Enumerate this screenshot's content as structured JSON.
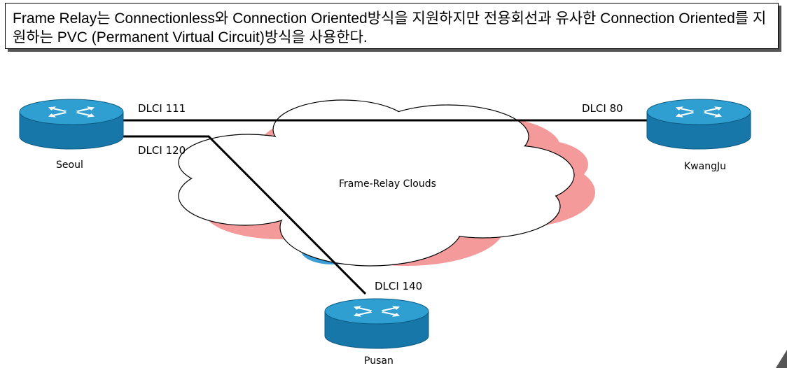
{
  "caption": {
    "text": "Frame Relay는 Connectionless와 Connection Oriented방식을 지원하지만 전용회선과 유사한 Connection Oriented를 지원하는 PVC (Permanent Virtual Circuit)방식을 사용한다."
  },
  "cloud": {
    "label": "Frame-Relay Clouds"
  },
  "routers": {
    "seoul": {
      "name": "Seoul"
    },
    "kwangju": {
      "name": "KwangJu"
    },
    "pusan": {
      "name": "Pusan"
    }
  },
  "links": {
    "seoul_kwangju_seoul_end": "DLCI 111",
    "seoul_kwangju_kwangju_end": "DLCI 80",
    "seoul_pusan_seoul_end": "DLCI 120",
    "seoul_pusan_pusan_end": "DLCI 140"
  },
  "colors": {
    "router_top": "#2e9fd0",
    "router_side": "#1677a8",
    "cloud_shadow": "#f59a9a",
    "cloud_shadow_blue": "#3a9fd8"
  }
}
